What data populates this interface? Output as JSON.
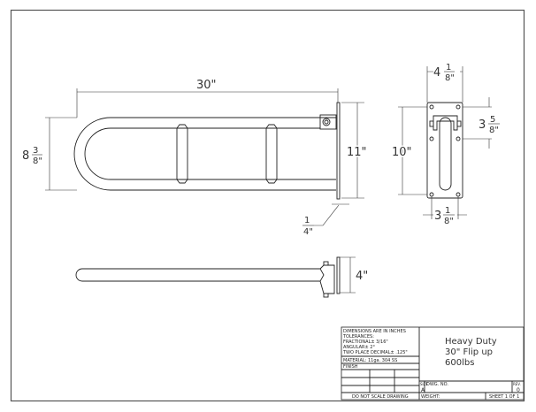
{
  "dimensions": {
    "length": "30\"",
    "height_whole": "8",
    "height_num": "3",
    "height_den": "8\"",
    "plate_height_side": "11\"",
    "plate_thickness_num": "1",
    "plate_thickness_den": "4\"",
    "plate_width_whole": "4",
    "plate_width_num": "1",
    "plate_width_den": "8\"",
    "hole_vertical": "10\"",
    "hole_offset_whole": "3",
    "hole_offset_num": "5",
    "hole_offset_den": "8\"",
    "hole_spacing_whole": "3",
    "hole_spacing_num": "1",
    "hole_spacing_den": "8\"",
    "bracket_depth": "4\""
  },
  "title_block": {
    "tolerance_lines": [
      "DIMENSIONS ARE IN INCHES",
      "TOLERANCES:",
      "FRACTIONAL± 3/16\"",
      "ANGULAR± 2°",
      "TWO PLACE DECIMAL± .125\""
    ],
    "material": "MATERIAL: 11ga. 304 SS",
    "finish": "FINISH",
    "do_not_scale": "DO NOT SCALE DRAWING",
    "title_lines": [
      "Heavy Duty",
      "30\" Flip up",
      "600lbs"
    ],
    "size_label": "SIZE",
    "size_value": "A",
    "dwg_no_label": "DWG. NO.",
    "rev_label": "REV.",
    "rev_value": "0",
    "weight_label": "WEIGHT:",
    "sheet": "SHEET 1 OF 1"
  }
}
